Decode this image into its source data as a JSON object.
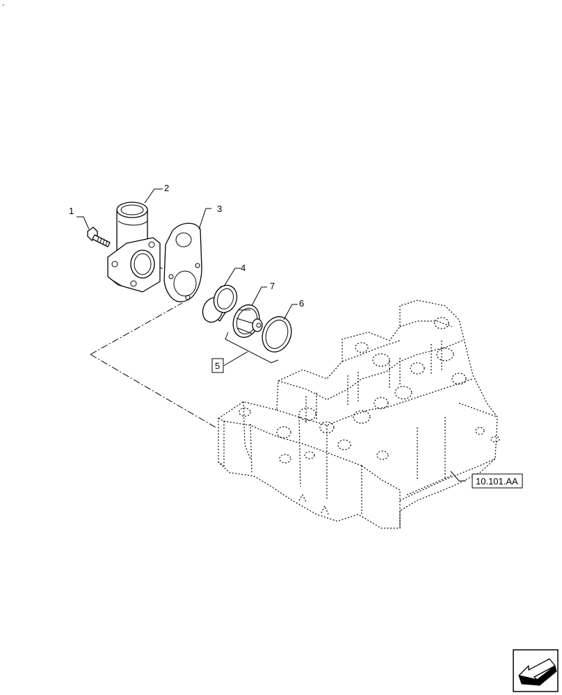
{
  "callouts": [
    {
      "id": "c1",
      "label": "1"
    },
    {
      "id": "c2",
      "label": "2"
    },
    {
      "id": "c3",
      "label": "3"
    },
    {
      "id": "c4",
      "label": "4"
    },
    {
      "id": "c7",
      "label": "7"
    },
    {
      "id": "c6",
      "label": "6"
    }
  ],
  "kit_reference": {
    "label": "5"
  },
  "section_reference": {
    "label": "10.101.AA"
  },
  "navigation": {
    "icon": "arrow-icon"
  },
  "corner_mark": {
    "label": "."
  }
}
